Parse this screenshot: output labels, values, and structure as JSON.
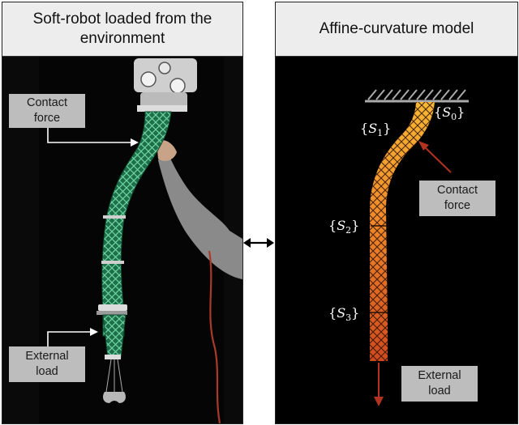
{
  "left_panel": {
    "title_line1": "Soft-robot loaded from the",
    "title_line2": "environment",
    "contact_force_label_line1": "Contact",
    "contact_force_label_line2": "force",
    "external_load_label_line1": "External",
    "external_load_label_line2": "load"
  },
  "right_panel": {
    "title": "Affine-curvature model",
    "segments": [
      {
        "symbol": "S",
        "index": "0"
      },
      {
        "symbol": "S",
        "index": "1"
      },
      {
        "symbol": "S",
        "index": "2"
      },
      {
        "symbol": "S",
        "index": "3"
      }
    ],
    "contact_force_label_line1": "Contact",
    "contact_force_label_line2": "force",
    "external_load_label_line1": "External",
    "external_load_label_line2": "load"
  },
  "colors": {
    "panel_background": "#000000",
    "header_background": "#ededed",
    "label_box": "#bdbdbd",
    "robot_green": "#1f8a5b",
    "model_orange": "#f5a623",
    "model_red": "#d84a1b",
    "force_arrow": "#c0392b",
    "arm_gray": "#8a8a8a"
  },
  "icons": {
    "connector": "double-arrow-icon",
    "fixed_support": "hatched-ground-icon"
  }
}
